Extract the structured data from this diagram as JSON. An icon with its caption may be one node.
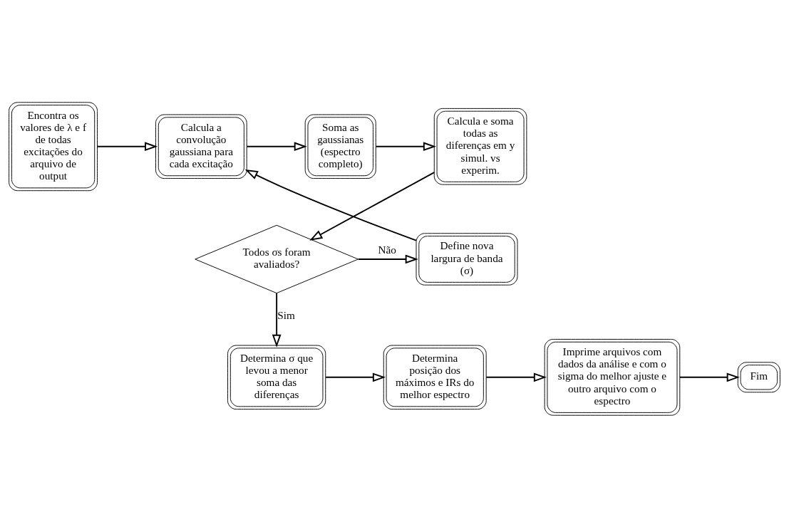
{
  "diagram": {
    "nodes": [
      {
        "text": [
          "Encontra os valores de λ e f de todas excitações do arquivo de output"
        ]
      },
      {
        "text": [
          "Calcula a convolução gaussiana para cada excitação"
        ]
      },
      {
        "text": [
          "Soma as gaussianas (espectro completo)"
        ]
      },
      {
        "text": [
          "Calcula e soma todas as diferenças em y simul. vs experim."
        ]
      },
      {
        "text": [
          "Todos σs foram avaliados?"
        ]
      },
      {
        "text": [
          "Define nova largura de banda (σ)"
        ]
      },
      {
        "text": [
          "Determina σ que levou a menor soma das diferenças"
        ]
      },
      {
        "text": [
          "Determina posição dos máximos e IRs do melhor espectro"
        ]
      },
      {
        "text": [
          "Imprime arquivos com dados da análise e com o sigma do melhor ajuste e outro arquivo com o espectro"
        ]
      },
      {
        "text": [
          "Fim"
        ]
      }
    ],
    "edges": [
      {
        "from": 0,
        "to": 1,
        "arrow": "to"
      },
      {
        "from": 1,
        "to": 2,
        "arrow": "to"
      },
      {
        "from": 2,
        "to": 3,
        "arrow": "to"
      },
      {
        "from": 3,
        "to": 4,
        "arrow": "to"
      },
      {
        "from": 4,
        "to": 5,
        "arrow": "to",
        "label": "Não"
      },
      {
        "from": 5,
        "to": 1,
        "arrow": "to"
      },
      {
        "from": 4,
        "to": 6,
        "arrow": "to",
        "label": "Sim"
      },
      {
        "from": 6,
        "to": 7,
        "arrow": "to"
      },
      {
        "from": 7,
        "to": 8,
        "arrow": "to"
      },
      {
        "from": 8,
        "to": 9,
        "arrow": "to"
      }
    ]
  }
}
